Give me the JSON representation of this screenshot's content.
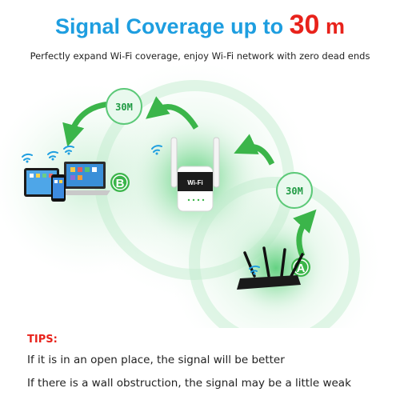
{
  "headline": {
    "prefix": "Signal Coverage up to",
    "number": "30",
    "unit": "m"
  },
  "subtitle": "Perfectly expand Wi-Fi coverage, enjoy Wi-Fi network with zero dead ends",
  "labels": {
    "range_top": "30M",
    "range_right": "30M",
    "point_b": "B",
    "point_a": "A",
    "device_brand": "Wi-Fi"
  },
  "tips": {
    "title": "TIPS:",
    "lines": [
      "If it is in an open place, the signal will be better",
      "If there is a wall obstruction, the signal may be a little weak"
    ]
  },
  "colors": {
    "headline": "#1e9ee0",
    "accent_red": "#e8221b",
    "coverage_green": "#6fd28a",
    "label_green": "#1f9a43",
    "arrow_green": "#3bb54a"
  },
  "icons": [
    "wifi-signal-icon",
    "router-icon",
    "repeater-icon",
    "laptop-icon",
    "tablet-icon",
    "phone-icon",
    "curved-arrow-icon"
  ]
}
